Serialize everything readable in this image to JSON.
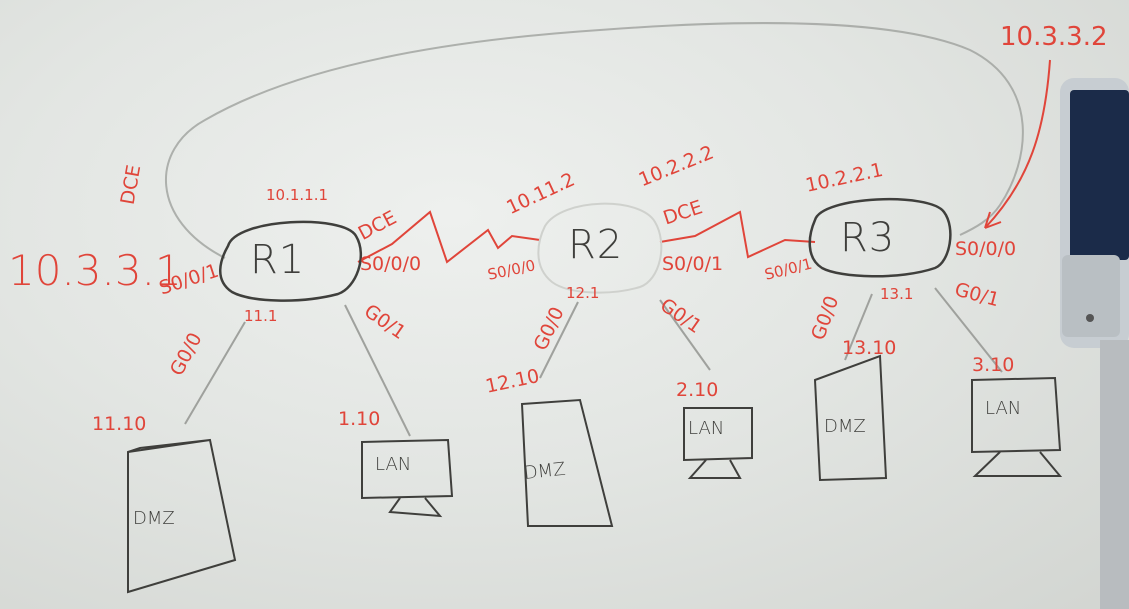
{
  "routers": {
    "r1": {
      "name": "R1",
      "ip": "10.1.1.1",
      "left_ip": "10.3.3.1",
      "dce_left": "DCE",
      "s001": "S0/0/1",
      "s000": "S0/0/0",
      "dce_right": "DCE",
      "g00": "G0/0",
      "g01": "G0/1",
      "g00_ip": "11.1"
    },
    "r2": {
      "name": "R2",
      "ip": "10.11.2",
      "ip2": "10.2.2.2",
      "s000": "S0/0/0",
      "s001": "S0/0/1",
      "dce": "DCE",
      "g00": "G0/0",
      "g01": "G0/1",
      "g00_ip": "12.1"
    },
    "r3": {
      "name": "R3",
      "ip": "10.2.2.1",
      "top_ip": "10.3.3.2",
      "s001": "S0/0/1",
      "s000": "S0/0/0",
      "g00": "G0/0",
      "g01": "G0/1",
      "g00_ip": "13.1"
    }
  },
  "devices": [
    {
      "kind": "DMZ",
      "ip": "11.10"
    },
    {
      "kind": "LAN",
      "ip": "1.10"
    },
    {
      "kind": "DMZ",
      "ip": "12.10"
    },
    {
      "kind": "LAN",
      "ip": "2.10"
    },
    {
      "kind": "DMZ",
      "ip": "13.10"
    },
    {
      "kind": "LAN",
      "ip": "3.10"
    }
  ],
  "colors": {
    "marker_red": "#e0453a",
    "marker_black": "#3f3f3c",
    "board": "#e6e8e5"
  }
}
